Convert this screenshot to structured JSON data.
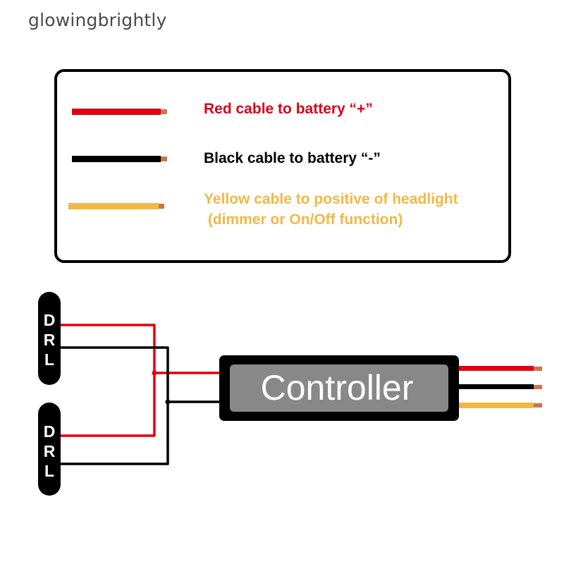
{
  "brand": "glowingbrightly",
  "colors": {
    "red": "#e0000f",
    "black": "#000000",
    "yellow": "#f2b845",
    "copper": "#c9764e",
    "controller_face": "#888888"
  },
  "legend": {
    "items": [
      {
        "cable": "red",
        "label": "Red cable to battery “+”",
        "color": "#d9001b"
      },
      {
        "cable": "black",
        "label": "Black cable to battery “-”",
        "color": "#000000"
      },
      {
        "cable": "yellow",
        "label": "Yellow cable to positive of headlight",
        "label_line2": " (dimmer or On/Off function)",
        "color": "#f2b845"
      }
    ]
  },
  "diagram": {
    "controller_label": "Controller",
    "lamps": [
      {
        "letters": [
          "D",
          "R",
          "L"
        ]
      },
      {
        "letters": [
          "D",
          "R",
          "L"
        ]
      }
    ],
    "output_wires": [
      "red",
      "black",
      "yellow"
    ]
  }
}
